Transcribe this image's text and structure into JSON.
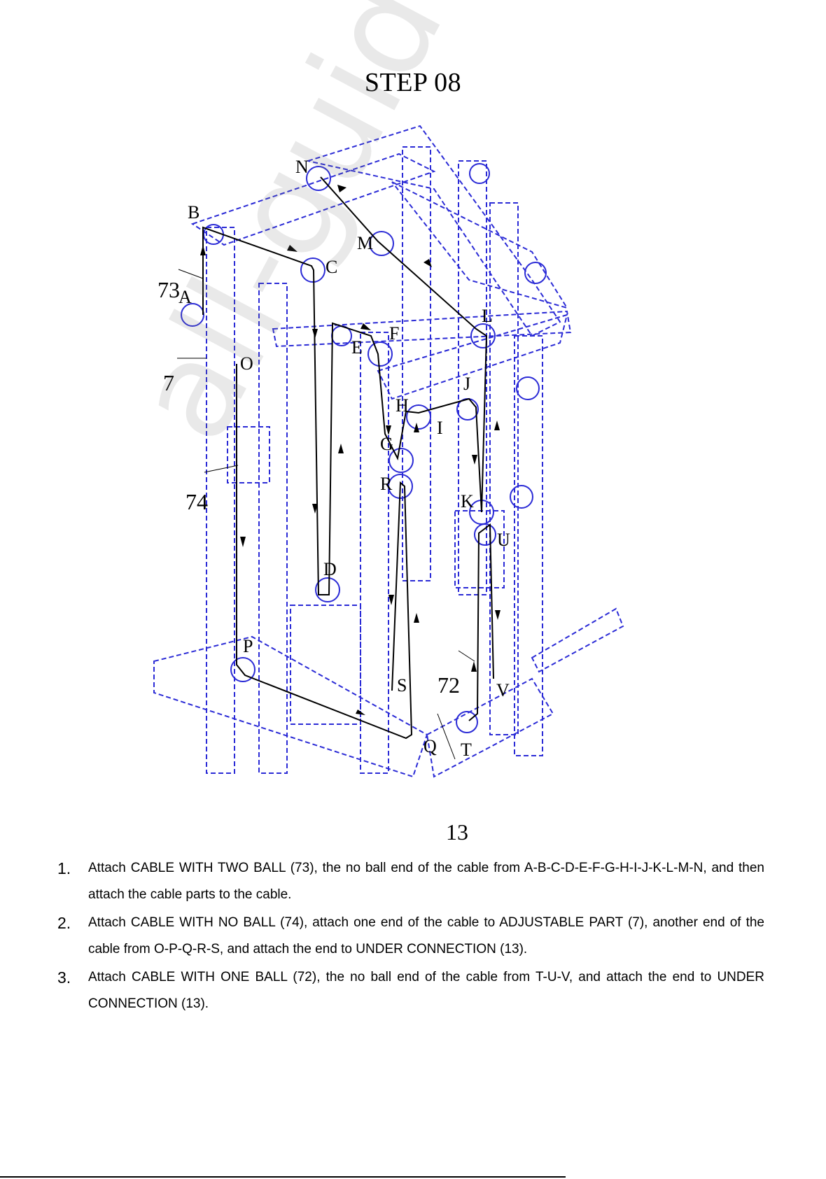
{
  "title": "STEP 08",
  "figure": {
    "point_labels": [
      "N",
      "B",
      "M",
      "C",
      "A",
      "L",
      "F",
      "E",
      "O",
      "J",
      "H",
      "I",
      "G",
      "R",
      "K",
      "U",
      "D",
      "P",
      "S",
      "V",
      "Q",
      "T"
    ],
    "part_labels": [
      "73",
      "7",
      "74",
      "72",
      "13"
    ]
  },
  "watermark": "all-guides.com",
  "steps": [
    {
      "num": "1.",
      "text": "Attach CABLE WITH TWO BALL (73), the no ball end of the cable from A-B-C-D-E-F-G-H-I-J-K-L-M-N, and then attach the cable parts to the cable."
    },
    {
      "num": "2.",
      "text": "Attach CABLE WITH NO BALL (74), attach one end of the cable to ADJUSTABLE PART (7), another end of the cable from O-P-Q-R-S, and attach the end to UNDER CONNECTION (13)."
    },
    {
      "num": "3.",
      "text": "Attach CABLE WITH ONE BALL (72), the no ball end of the cable from T-U-V, and attach the end to UNDER CONNECTION (13)."
    }
  ],
  "colors": {
    "frame": "#2b2bd6",
    "cable": "#000000"
  }
}
